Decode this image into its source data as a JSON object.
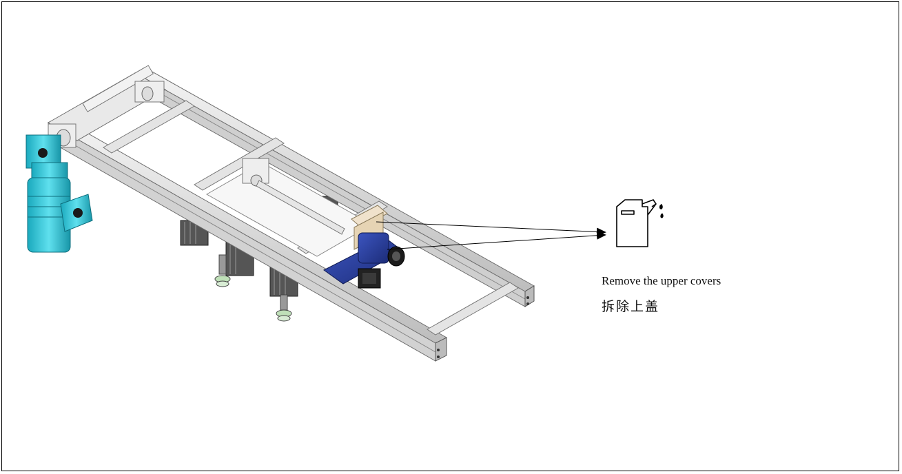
{
  "instruction": {
    "english": "Remove the upper covers",
    "chinese": "拆除上盖"
  },
  "icons": {
    "oil_can": "oil-can-icon",
    "motor": "gear-motor",
    "callout_arrows": "arrow-icon"
  },
  "colors": {
    "frame_rail": "#d9d9d9",
    "frame_edge": "#6e6e6e",
    "motor_cyan": "#2ec3d6",
    "motor_blue": "#2a3f9c",
    "cover_beige": "#f0e2cc",
    "foot_green": "#bfe0b8"
  }
}
